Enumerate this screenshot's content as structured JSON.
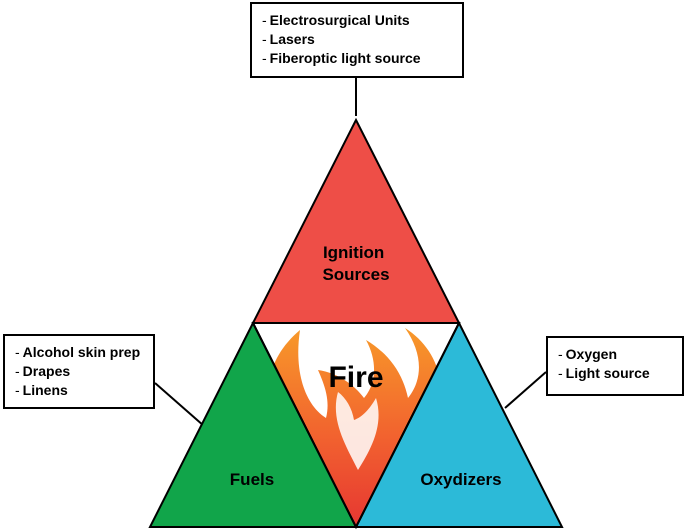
{
  "callouts": {
    "top": [
      "Electrosurgical Units",
      "Lasers",
      "Fiberoptic light source"
    ],
    "left": [
      "Alcohol skin prep",
      "Drapes",
      "Linens"
    ],
    "right": [
      "Oxygen",
      "Light source"
    ]
  },
  "triangles": {
    "ignition": [
      "Ignition",
      "Sources"
    ],
    "fuels": "Fuels",
    "oxidizers": "Oxydizers",
    "center": "Fire"
  },
  "colors": {
    "ignition": "#ee4e47",
    "fuels": "#11a54a",
    "oxidizers": "#2cbad8",
    "flame_outer": "#f7941e",
    "flame_inner": "#e52d27",
    "outline": "#000000"
  },
  "bullet": "-"
}
